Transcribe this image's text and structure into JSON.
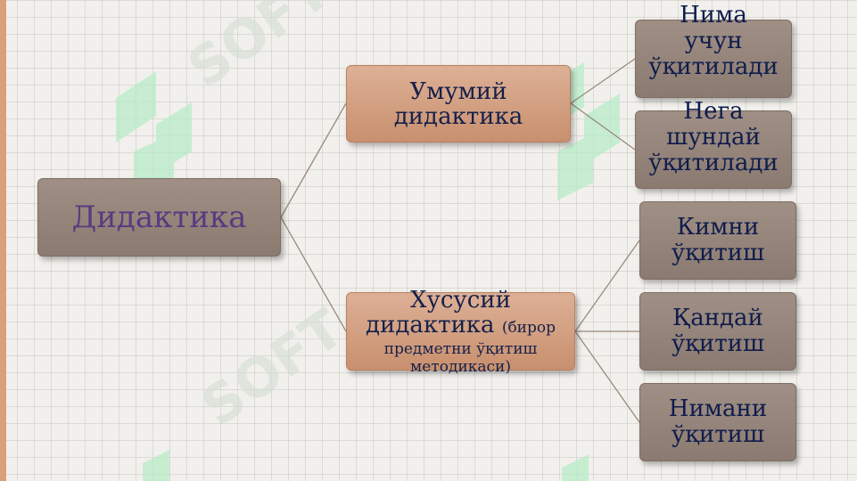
{
  "diagram": {
    "root": "Дидактика",
    "general": "Умумий дидактика",
    "special": {
      "title": "Хусусий",
      "line2": "дидактика",
      "paren": "(бирор",
      "line3": "предметни ўқитиш",
      "line4": "методикаси)"
    },
    "why_lines": [
      "Нима",
      "учун",
      "ўқитилади"
    ],
    "how_come_lines": [
      "Нега",
      "шундай",
      "ўқитилади"
    ],
    "whom": "Кимни ўқитиш",
    "how": "Қандай ўқитиш",
    "what": "Нимани ўқитиш"
  },
  "watermark_text": "SOFT",
  "colors": {
    "grey_box": "#958579",
    "peach_box": "#d4a084",
    "root_text": "#5a3a80",
    "text": "#16204a"
  }
}
